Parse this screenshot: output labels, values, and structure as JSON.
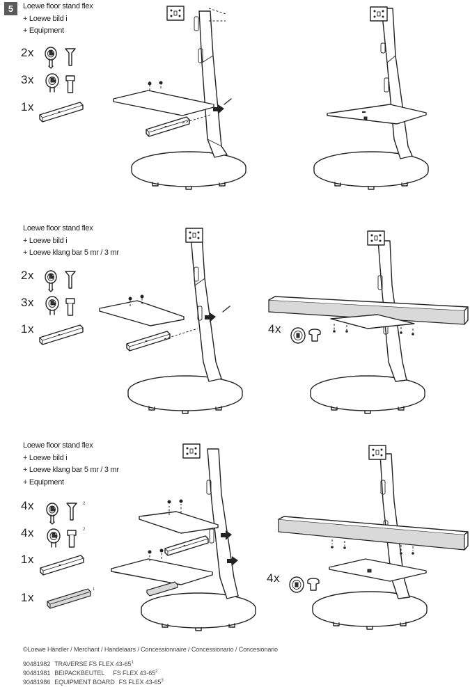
{
  "step_number": "5",
  "sections": [
    {
      "items": [
        "Loewe floor stand flex",
        "+ Loewe bild i",
        "+ Equipment"
      ],
      "quantities": [
        {
          "label": "2x",
          "sup": ""
        },
        {
          "label": "3x",
          "sup": ""
        },
        {
          "label": "1x",
          "sup": ""
        }
      ]
    },
    {
      "items": [
        "Loewe floor stand flex",
        "+ Loewe bild i",
        "+ Loewe klang bar 5 mr / 3 mr"
      ],
      "quantities": [
        {
          "label": "2x",
          "sup": ""
        },
        {
          "label": "3x",
          "sup": ""
        },
        {
          "label": "1x",
          "sup": ""
        }
      ],
      "extra_quantity": "4x"
    },
    {
      "items": [
        "Loewe floor stand flex",
        "+ Loewe bild i",
        "+ Loewe klang bar 5 mr / 3 mr",
        "+ Equipment"
      ],
      "quantities": [
        {
          "label": "4x",
          "sup": "2"
        },
        {
          "label": "4x",
          "sup": "2"
        },
        {
          "label": "1x",
          "sup": ""
        },
        {
          "label": "1x",
          "sup": "1"
        }
      ],
      "extra_quantity": "4x"
    }
  ],
  "footer": {
    "dealer_note": "©Loewe Händler / Merchant / Handelaars /  Concessionnaire / Concessionario / Concesionario",
    "parts": [
      {
        "number": "90481982",
        "name": "TRAVERSE FS FLEX 43-65",
        "sup": "1"
      },
      {
        "number": "90481981",
        "name": "BEIPACKBEUTEL",
        "model": "FS FLEX 43-65",
        "sup": "2"
      },
      {
        "number": "90481986",
        "name": "EQUIPMENT BOARD",
        "model": "FS FLEX 43-65",
        "sup": "3"
      }
    ]
  },
  "colors": {
    "badge_bg": "#5a5a5a",
    "line": "#222222",
    "wedge_grey": "#d9d9d9"
  },
  "icons": [
    "countersunk-screw-icon",
    "cylinder-screw-icon",
    "wedge-traverse-icon",
    "mounting-foot-icon",
    "insert-arrow-icon"
  ]
}
